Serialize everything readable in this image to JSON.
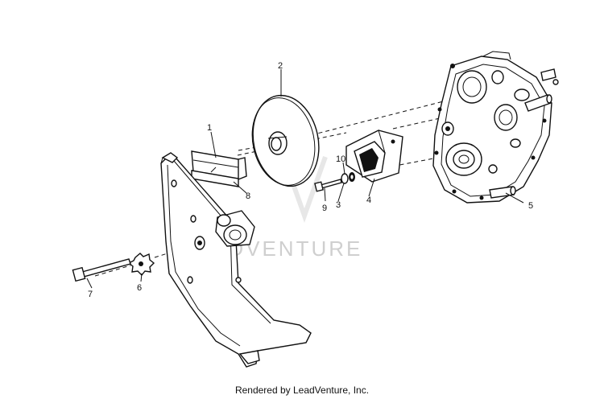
{
  "watermark": {
    "text": "ADVENTURE",
    "color": "#cfcfcf"
  },
  "callouts": [
    {
      "label": "1",
      "part": "bracket"
    },
    {
      "label": "2",
      "part": "driven-disc"
    },
    {
      "label": "3",
      "part": "lock-washer"
    },
    {
      "label": "4",
      "part": "mount-bracket"
    },
    {
      "label": "5",
      "part": "transmission-housing"
    },
    {
      "label": "6",
      "part": "star-nut"
    },
    {
      "label": "7",
      "part": "bolt"
    },
    {
      "label": "8",
      "part": "spacer-plate"
    },
    {
      "label": "9",
      "part": "bolt"
    },
    {
      "label": "10",
      "part": "washer"
    }
  ],
  "footer": {
    "text": "Rendered by LeadVenture, Inc."
  }
}
